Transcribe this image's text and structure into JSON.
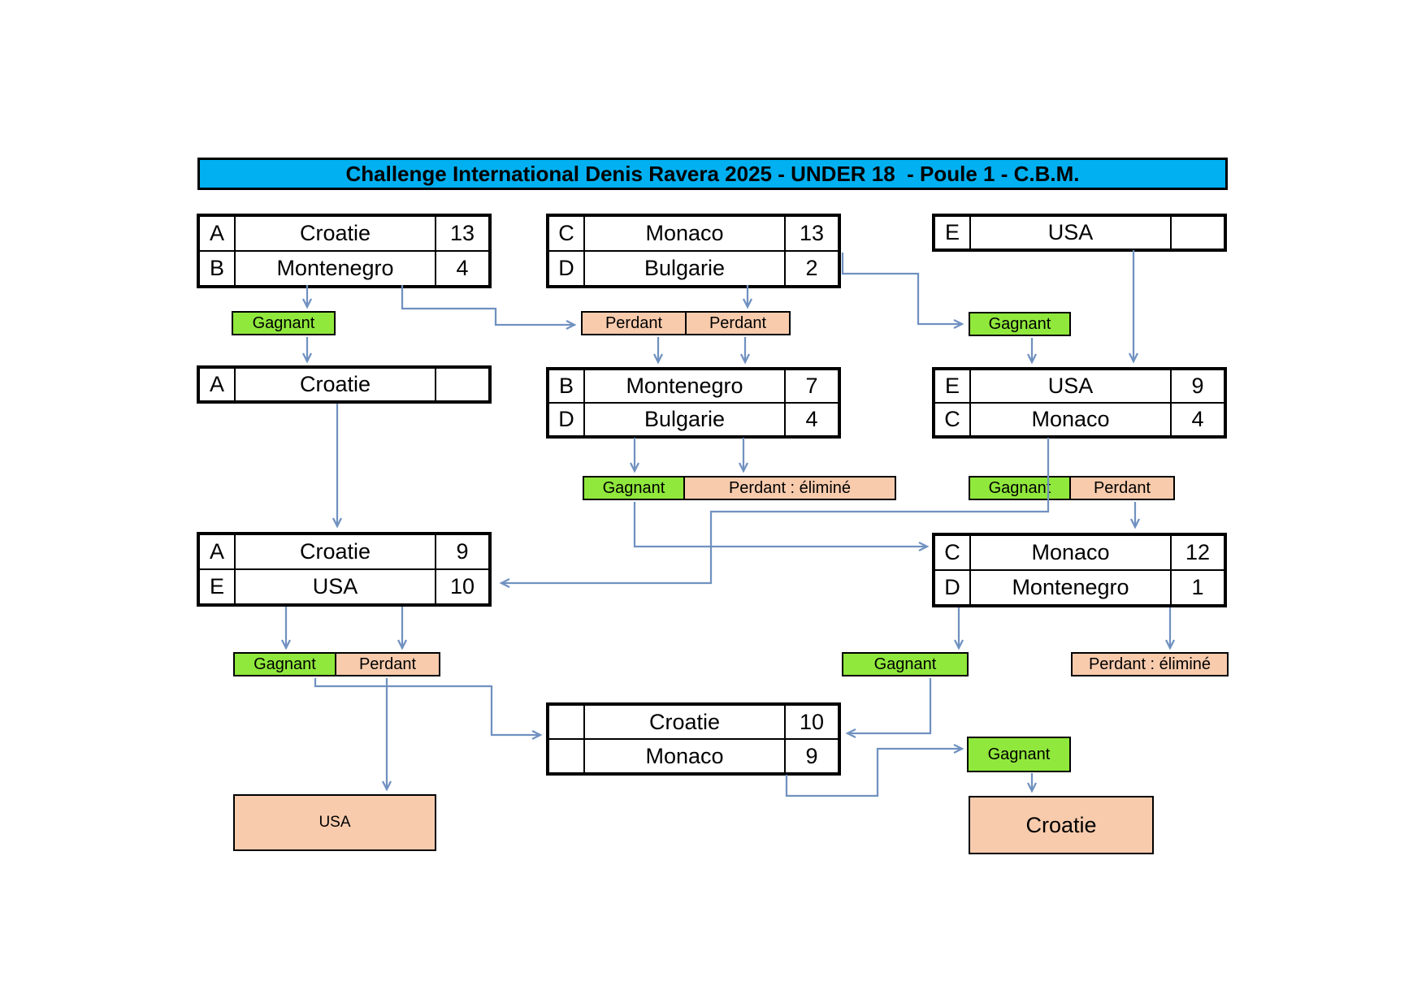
{
  "title": "Challenge International Denis Ravera 2025 - UNDER 18  - Poule 1 - C.B.M.",
  "colors": {
    "title_bg": "#00B0F0",
    "winner_bg": "#90E83C",
    "loser_bg": "#F8CBAD",
    "arrow": "#7091C0"
  },
  "matches": {
    "r1_left": {
      "rows": [
        [
          "A",
          "Croatie",
          "13"
        ],
        [
          "B",
          "Montenegro",
          "4"
        ]
      ]
    },
    "r1_mid": {
      "rows": [
        [
          "C",
          "Monaco",
          "13"
        ],
        [
          "D",
          "Bulgarie",
          "2"
        ]
      ]
    },
    "r1_right": {
      "rows": [
        [
          "E",
          "USA",
          ""
        ]
      ]
    },
    "r2_left": {
      "rows": [
        [
          "A",
          "Croatie",
          ""
        ]
      ]
    },
    "r2_mid": {
      "rows": [
        [
          "B",
          "Montenegro",
          "7"
        ],
        [
          "D",
          "Bulgarie",
          "4"
        ]
      ]
    },
    "r2_right": {
      "rows": [
        [
          "E",
          "USA",
          "9"
        ],
        [
          "C",
          "Monaco",
          "4"
        ]
      ]
    },
    "r3_left": {
      "rows": [
        [
          "A",
          "Croatie",
          "9"
        ],
        [
          "E",
          "USA",
          "10"
        ]
      ]
    },
    "r3_right": {
      "rows": [
        [
          "C",
          "Monaco",
          "12"
        ],
        [
          "D",
          "Montenegro",
          "1"
        ]
      ]
    },
    "final": {
      "rows": [
        [
          "",
          "Croatie",
          "10"
        ],
        [
          "",
          "Monaco",
          "9"
        ]
      ]
    }
  },
  "labels": {
    "gagnant": "Gagnant",
    "perdant": "Perdant",
    "perdant_elimine": "Perdant : éliminé"
  },
  "boxes": {
    "left": "USA",
    "right": "Croatie"
  }
}
